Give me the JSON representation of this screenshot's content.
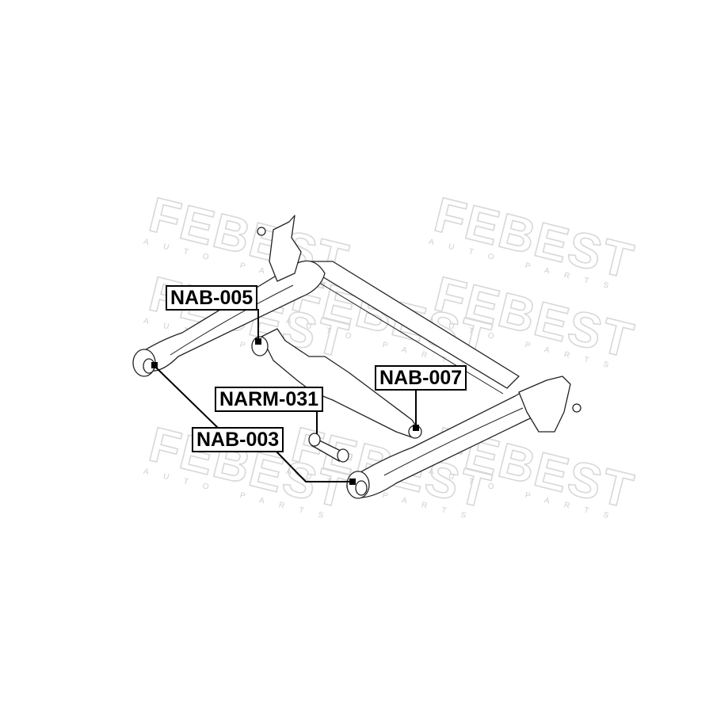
{
  "watermark": {
    "brand": "FEBEST",
    "tagline": "AUTO PARTS"
  },
  "callouts": [
    {
      "part_number": "NAB-005"
    },
    {
      "part_number": "NAB-007"
    },
    {
      "part_number": "NARM-031"
    },
    {
      "part_number": "NAB-003"
    }
  ]
}
